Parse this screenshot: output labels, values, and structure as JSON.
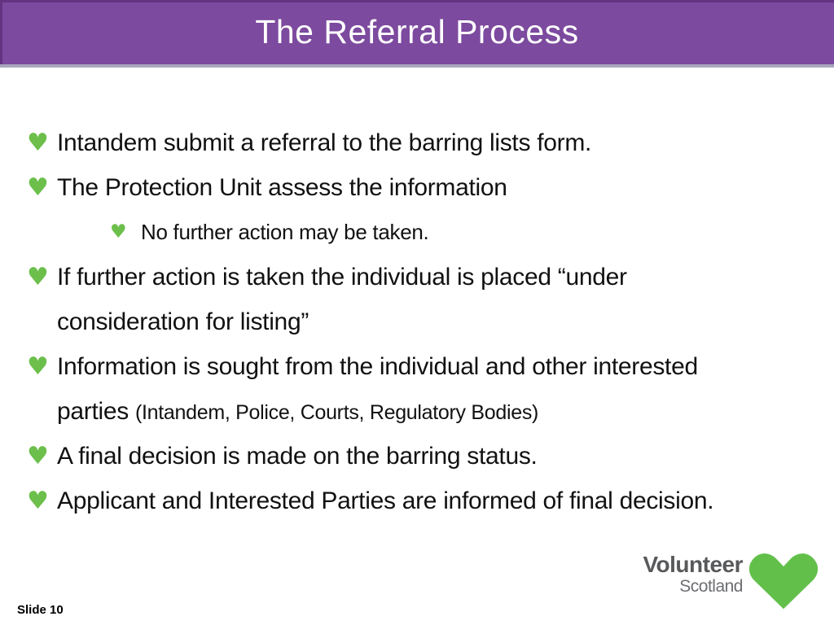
{
  "slide": {
    "title": "The Referral Process",
    "slide_number": "Slide 10"
  },
  "icons": {
    "heart_bullet": "♥"
  },
  "content": {
    "lines": [
      {
        "level": 1,
        "text": "Intandem submit a referral to the barring lists form."
      },
      {
        "level": 1,
        "text": "The Protection Unit assess the information"
      },
      {
        "level": 2,
        "text": "No further action may be taken."
      },
      {
        "level": 1,
        "text": "If further action is taken the individual is placed “under"
      },
      {
        "level": 1,
        "wrap": true,
        "text": "consideration for listing”"
      },
      {
        "level": 1,
        "text": "Information is sought from the individual and other interested"
      },
      {
        "level": 1,
        "wrap": true,
        "text_main": "parties ",
        "text_small": "(Intandem, Police, Courts, Regulatory Bodies)"
      },
      {
        "level": 1,
        "text": "A final decision is made on the barring status."
      },
      {
        "level": 1,
        "text": "Applicant and Interested Parties are informed of final decision."
      }
    ]
  },
  "logo": {
    "name_top": "Volunteer",
    "name_bottom": "Scotland"
  },
  "colors": {
    "header_purple": "#7c4a9e",
    "header_border_shadow": "#a7a7bc",
    "bullet_green": "#6cbf4b",
    "logo_heart_green": "#62c04a",
    "logo_text_dark": "#58595b",
    "logo_text_light": "#6d6e71",
    "body_text": "#111111"
  }
}
